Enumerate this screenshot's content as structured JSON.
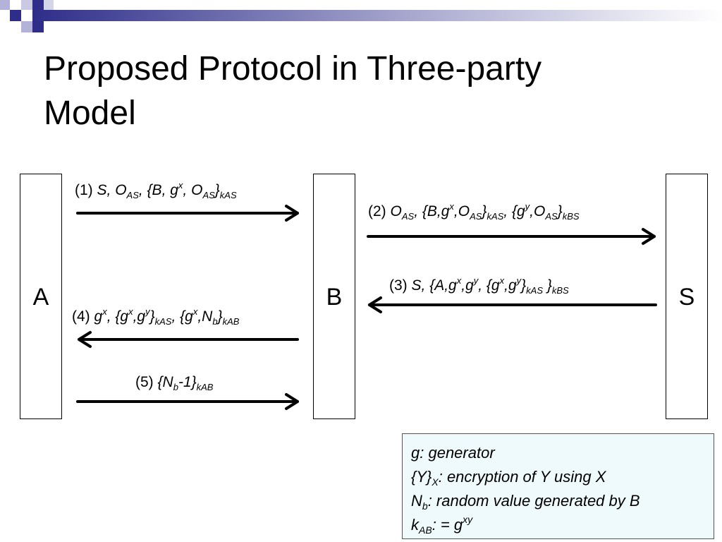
{
  "slide": {
    "title_line1": "Proposed Protocol in Three-party",
    "title_line2": "Model"
  },
  "entities": {
    "a": "A",
    "b": "B",
    "s": "S"
  },
  "messages": {
    "m1": {
      "num": "(1)",
      "body": "S, O",
      "sub1": "AS",
      "mid": ", {B, g",
      "sup1": "x",
      "mid2": ", O",
      "sub2": "AS",
      "end": "}",
      "sub3": "kAS"
    },
    "m2": {
      "num": "(2)",
      "p1": "O",
      "s1": "AS",
      "p2": ", {B,g",
      "x1": "x",
      "p3": ",O",
      "s2": "AS",
      "p4": "}",
      "s3": "kAS",
      "p5": ", {g",
      "x2": "y",
      "p6": ",O",
      "s4": "AS",
      "p7": "}",
      "s5": "kBS"
    },
    "m3": {
      "num": "(3)",
      "p1": "S, {A,g",
      "x1": "x",
      "p2": ",g",
      "x2": "y",
      "p3": ", {g",
      "x3": "x",
      "p4": ",g",
      "x4": "y",
      "p5": "}",
      "s1": "kAS",
      "p6": " }",
      "s2": "kBS"
    },
    "m4": {
      "num": "(4)",
      "p1": "g",
      "x1": "x",
      "p2": ", {g",
      "x2": "x",
      "p3": ",g",
      "x3": "y",
      "p4": "}",
      "s1": "kAS",
      "p5": ", {g",
      "x4": "x",
      "p6": ",N",
      "s2": "b",
      "p7": "}",
      "s3": "kAB"
    },
    "m5": {
      "num": "(5)",
      "p1": "{N",
      "s1": "b",
      "p2": "-1}",
      "s2": "kAB"
    }
  },
  "legend": {
    "l1_term": "g",
    "l1_def": ": generator",
    "l2_term": "{Y}",
    "l2_sub": "X",
    "l2_def": ": encryption of Y using X",
    "l3_term": "N",
    "l3_sub": "b",
    "l3_def": ": random value generated by B",
    "l4_term": "k",
    "l4_sub": "AB",
    "l4_mid": ": = g",
    "l4_sup": "xy"
  }
}
